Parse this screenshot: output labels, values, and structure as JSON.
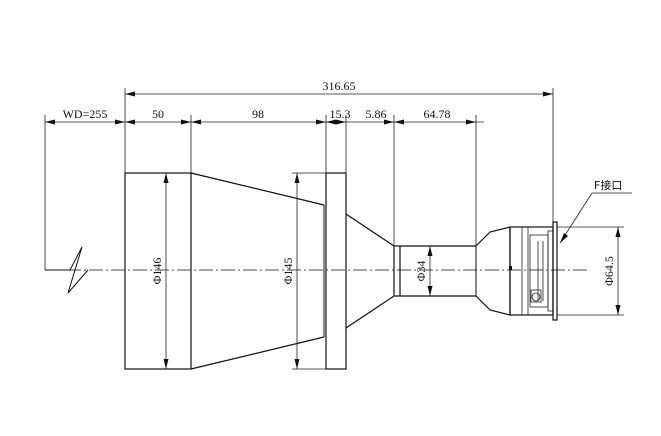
{
  "dimensions": {
    "overall_length": "316.65",
    "working_distance": "WD=255",
    "seg_front_barrel": "50",
    "seg_cone": "98",
    "seg_flange": "15.3",
    "seg_neck": "5.86",
    "seg_rear": "64.78",
    "dia_front": "Φ146",
    "dia_flange": "Φ145",
    "dia_neck": "Φ34",
    "dia_mount": "Φ64.5",
    "mount_label": "F接口"
  }
}
